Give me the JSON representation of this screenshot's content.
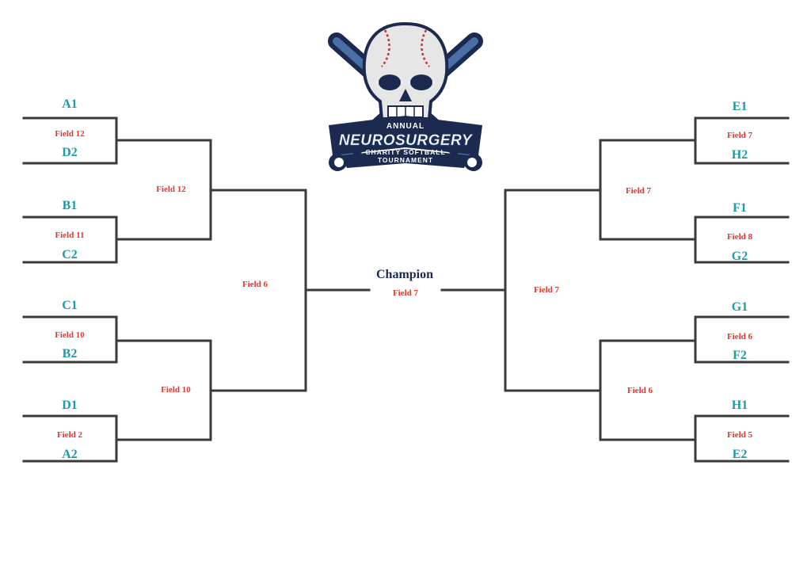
{
  "logo": {
    "line1": "ANNUAL",
    "line2": "NEUROSURGERY",
    "line3": "CHARITY SOFTBALL",
    "line4": "TOURNAMENT",
    "colors": {
      "navy": "#1c2a4f",
      "red": "#c8322c",
      "bone": "#e6e6e6"
    }
  },
  "champion": {
    "label": "Champion",
    "field": "Field 7"
  },
  "left": {
    "round1": [
      {
        "top": "A1",
        "bottom": "D2",
        "field": "Field 12"
      },
      {
        "top": "B1",
        "bottom": "C2",
        "field": "Field 11"
      },
      {
        "top": "C1",
        "bottom": "B2",
        "field": "Field 10"
      },
      {
        "top": "D1",
        "bottom": "A2",
        "field": "Field 2"
      }
    ],
    "round2": [
      {
        "field": "Field 12"
      },
      {
        "field": "Field 10"
      }
    ],
    "round3": {
      "field": "Field 6"
    }
  },
  "right": {
    "round1": [
      {
        "top": "E1",
        "bottom": "H2",
        "field": "Field 7"
      },
      {
        "top": "F1",
        "bottom": "G2",
        "field": "Field 8"
      },
      {
        "top": "G1",
        "bottom": "F2",
        "field": "Field 6"
      },
      {
        "top": "H1",
        "bottom": "E2",
        "field": "Field 5"
      }
    ],
    "round2": [
      {
        "field": "Field 7"
      },
      {
        "field": "Field 6"
      }
    ],
    "round3": {
      "field": "Field 7"
    }
  },
  "colors": {
    "team": "#1d9aa3",
    "field": "#e0372f",
    "line": "#3a3a3a"
  }
}
